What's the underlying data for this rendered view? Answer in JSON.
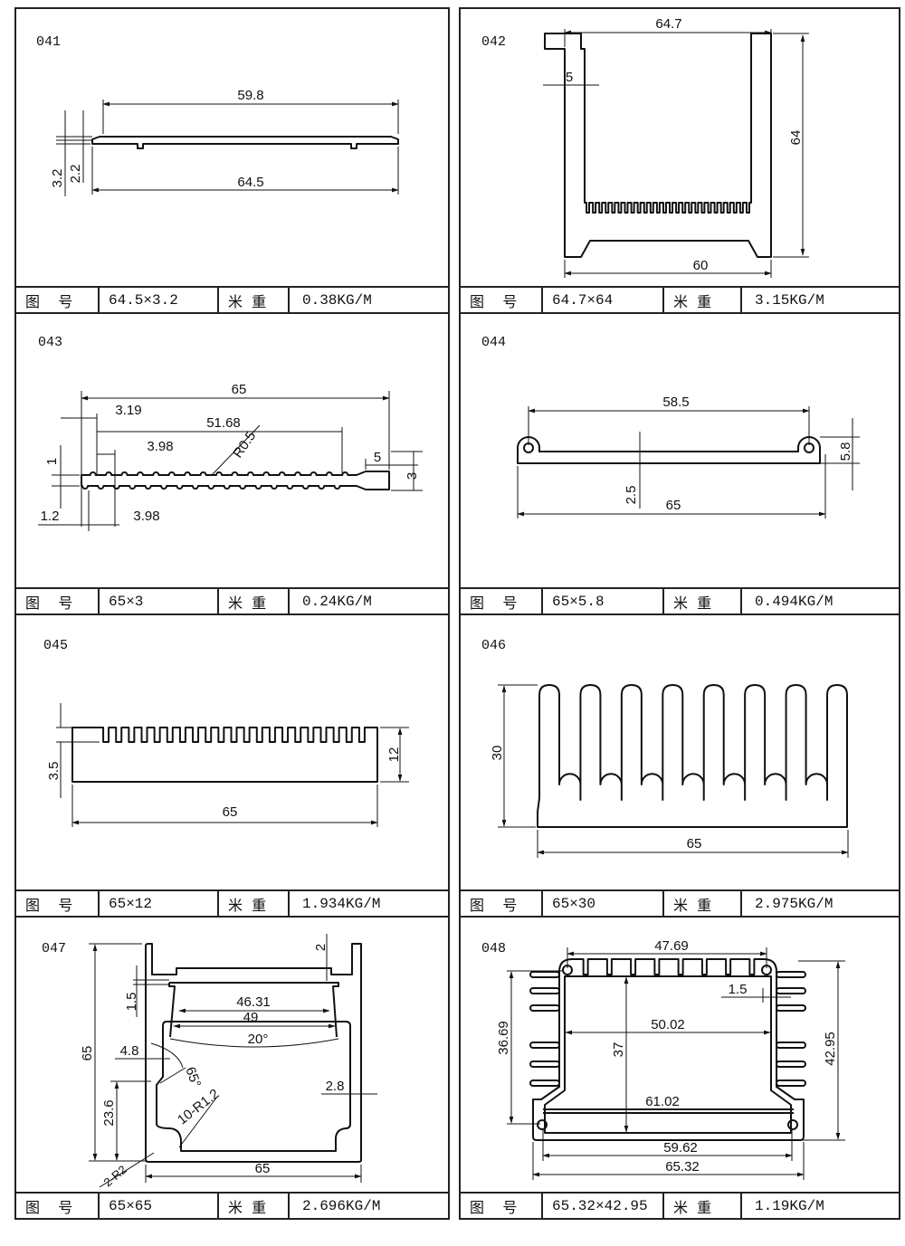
{
  "labels": {
    "drawing_no": "图    号",
    "weight": "米  重"
  },
  "profiles": [
    {
      "id": "041",
      "size": "64.5×3.2",
      "weight": "0.38KG/M",
      "dims": [
        "59.8",
        "64.5",
        "3.2",
        "2.2"
      ]
    },
    {
      "id": "042",
      "size": "64.7×64",
      "weight": "3.15KG/M",
      "dims": [
        "64.7",
        "5",
        "64",
        "60"
      ]
    },
    {
      "id": "043",
      "size": "65×3",
      "weight": "0.24KG/M",
      "dims": [
        "65",
        "3.19",
        "51.68",
        "3.98",
        "R0.5",
        "5",
        "1",
        "3",
        "1.2",
        "3.98"
      ]
    },
    {
      "id": "044",
      "size": "65×5.8",
      "weight": "0.494KG/M",
      "dims": [
        "58.5",
        "2.5",
        "65",
        "5.8"
      ]
    },
    {
      "id": "045",
      "size": "65×12",
      "weight": "1.934KG/M",
      "dims": [
        "3.5",
        "12",
        "65"
      ]
    },
    {
      "id": "046",
      "size": "65×30",
      "weight": "2.975KG/M",
      "dims": [
        "30",
        "65"
      ]
    },
    {
      "id": "047",
      "size": "65×65",
      "weight": "2.696KG/M",
      "dims": [
        "2",
        "1.5",
        "46.31",
        "49",
        "20°",
        "4.8",
        "65°",
        "65",
        "23.6",
        "10-R1.2",
        "2.8",
        "2-R2",
        "65"
      ]
    },
    {
      "id": "048",
      "size": "65.32×42.95",
      "weight": "1.19KG/M",
      "dims": [
        "47.69",
        "1.5",
        "36.69",
        "50.02",
        "37",
        "42.95",
        "61.02",
        "59.62",
        "65.32"
      ]
    }
  ]
}
